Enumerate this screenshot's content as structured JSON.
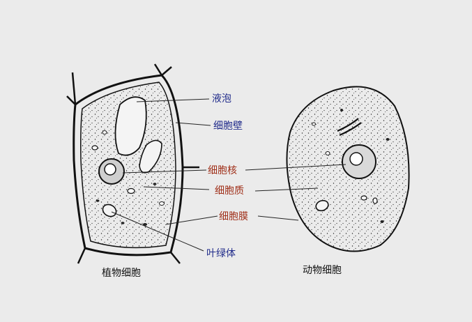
{
  "labels": {
    "vacuole": "液泡",
    "cell_wall": "细胞壁",
    "nucleus": "细胞核",
    "cytoplasm": "细胞质",
    "cell_membrane": "细胞膜",
    "chloroplast": "叶绿体"
  },
  "captions": {
    "plant": "植物细胞",
    "animal": "动物细胞"
  },
  "colors": {
    "background": "#ebebeb",
    "blue_label": "#1f2a8a",
    "red_label": "#a0301a",
    "ink": "#111111"
  }
}
